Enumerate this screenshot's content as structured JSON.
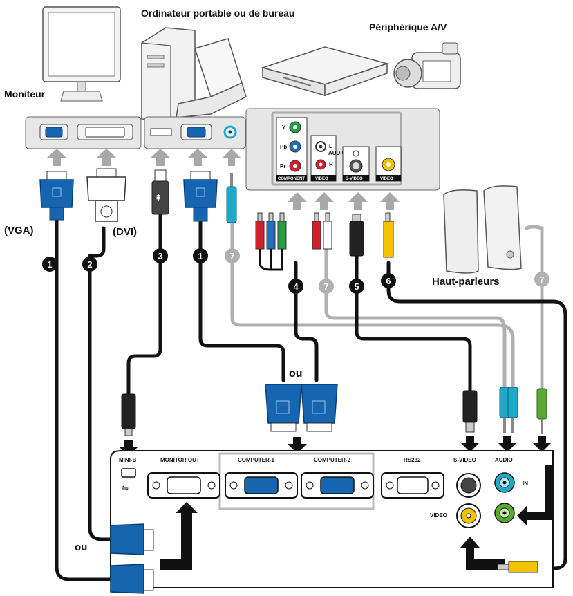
{
  "labels": {
    "computer": "Ordinateur portable ou de bureau",
    "av_device": "Périphérique A/V",
    "monitor": "Moniteur",
    "speakers": "Haut-parleurs",
    "vga": "(VGA)",
    "dvi": "(DVI)",
    "or_top": "ou",
    "or_bottom": "ou"
  },
  "av_panel": {
    "component_label": "COMPONENT",
    "video_label": "VIDEO",
    "audio_label": "AUDIO",
    "svideo_label": "S-VIDEO",
    "video2_label": "VIDEO",
    "y": "Y",
    "pb": "Pb",
    "pr": "Pr",
    "l": "L",
    "r": "R"
  },
  "projector_ports": {
    "mini_b": "MINI-B",
    "monitor_out": "MONITOR OUT",
    "computer_1": "COMPUTER-1",
    "computer_2": "COMPUTER-2",
    "rs232": "RS232",
    "s_video": "S-VIDEO",
    "audio": "AUDIO",
    "in": "IN",
    "video": "VIDEO"
  },
  "badges": {
    "b1a": "1",
    "b2": "2",
    "b3": "3",
    "b1b": "1",
    "b7a": "7",
    "b4": "4",
    "b7b": "7",
    "b5": "5",
    "b6": "6",
    "b7c": "7"
  },
  "colors": {
    "vga_blue": "#1565b0",
    "cable_black": "#111111",
    "cable_gray": "#b0b0b0",
    "panel_gray": "#e6e6e6",
    "rca_red": "#d0202a",
    "rca_green": "#22a040",
    "rca_blue": "#1f6fc0",
    "rca_yellow": "#f2c200",
    "audio_cyan": "#1fa8c8",
    "audio_green": "#5aa830"
  }
}
